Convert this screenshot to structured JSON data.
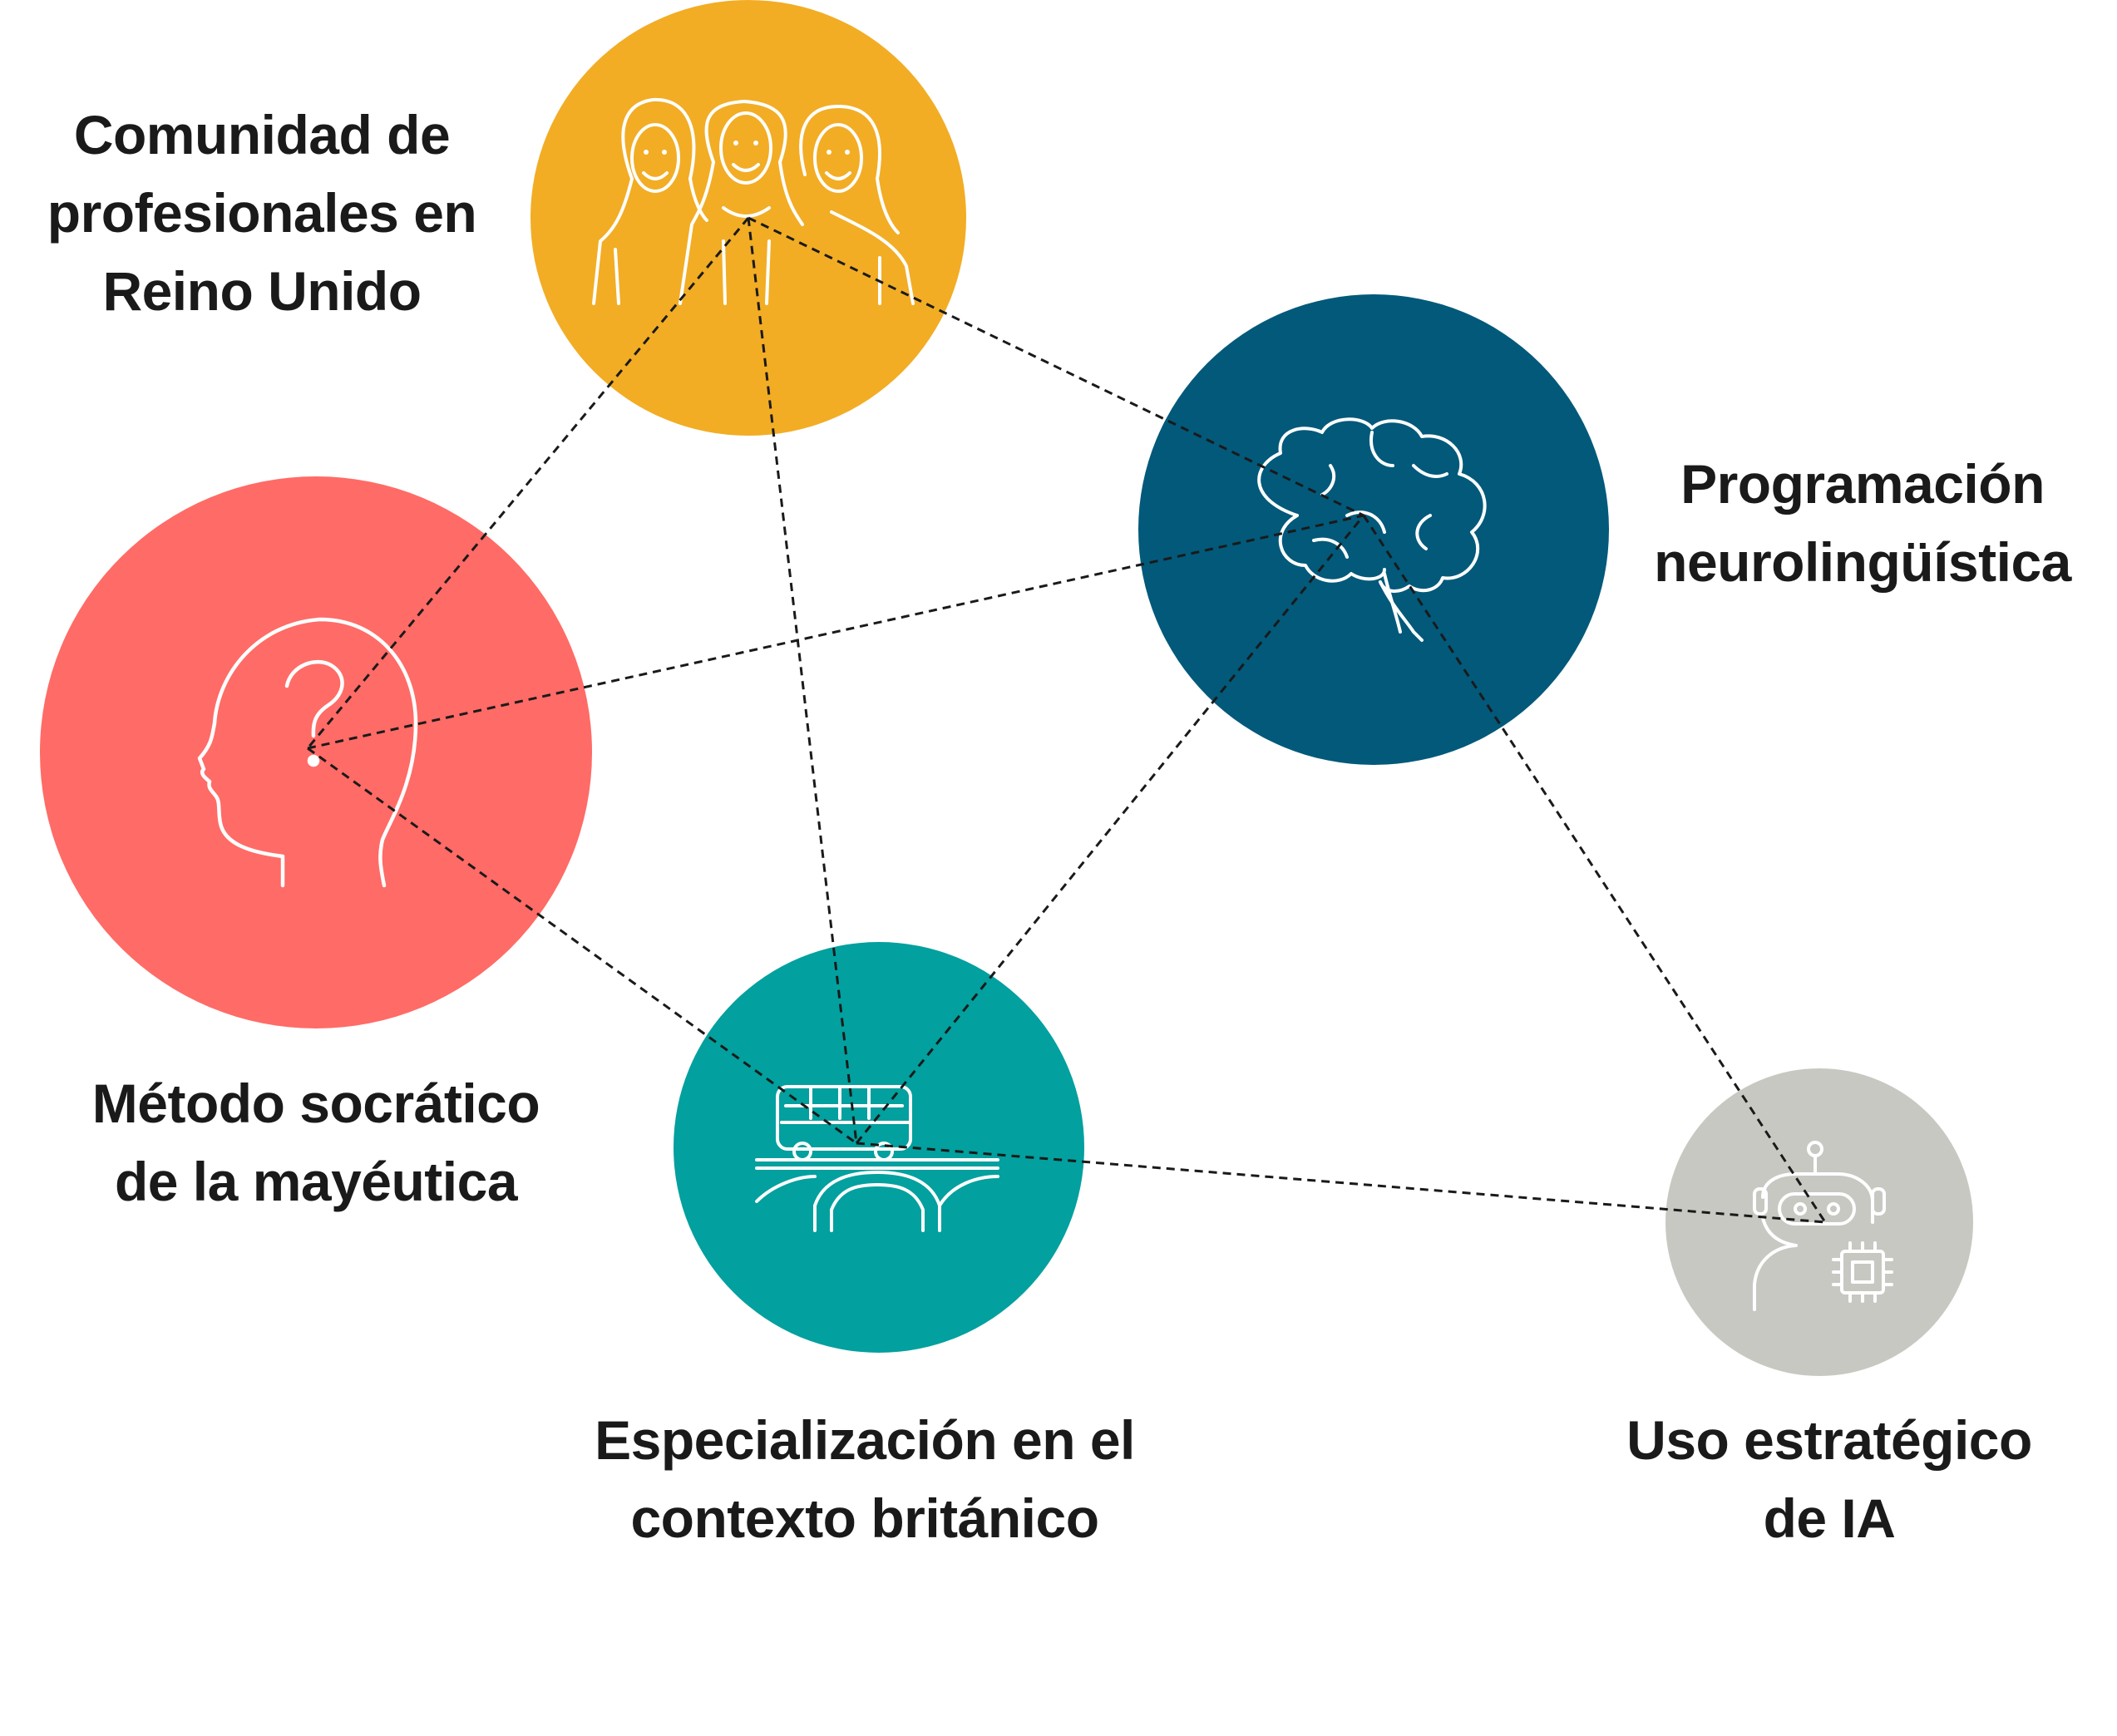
{
  "nodes": [
    {
      "id": "comunidad",
      "icon": "three-women-icon",
      "color": "#F2AD25",
      "label_lines": [
        "Comunidad de",
        "profesionales en",
        "Reino Unido"
      ]
    },
    {
      "id": "pnl",
      "icon": "brain-icon",
      "color": "#02597A",
      "label_lines": [
        "Programación",
        "neurolingüística"
      ]
    },
    {
      "id": "socratico",
      "icon": "head-question-icon",
      "color": "#FF6B66",
      "label_lines": [
        "Método socrático",
        "de la mayéutica"
      ]
    },
    {
      "id": "britanico",
      "icon": "bus-bridge-icon",
      "color": "#02A09E",
      "label_lines": [
        "Especialización en el",
        "contexto británico"
      ]
    },
    {
      "id": "ia",
      "icon": "robot-chip-icon",
      "color": "#C8C8C3",
      "label_lines": [
        "Uso estratégico",
        "de IA"
      ]
    }
  ],
  "connections": [
    [
      "comunidad",
      "pnl"
    ],
    [
      "comunidad",
      "socratico"
    ],
    [
      "comunidad",
      "britanico"
    ],
    [
      "socratico",
      "pnl"
    ],
    [
      "socratico",
      "britanico"
    ],
    [
      "britanico",
      "pnl"
    ],
    [
      "britanico",
      "ia"
    ],
    [
      "pnl",
      "ia"
    ]
  ],
  "connector_style": "dashed black"
}
